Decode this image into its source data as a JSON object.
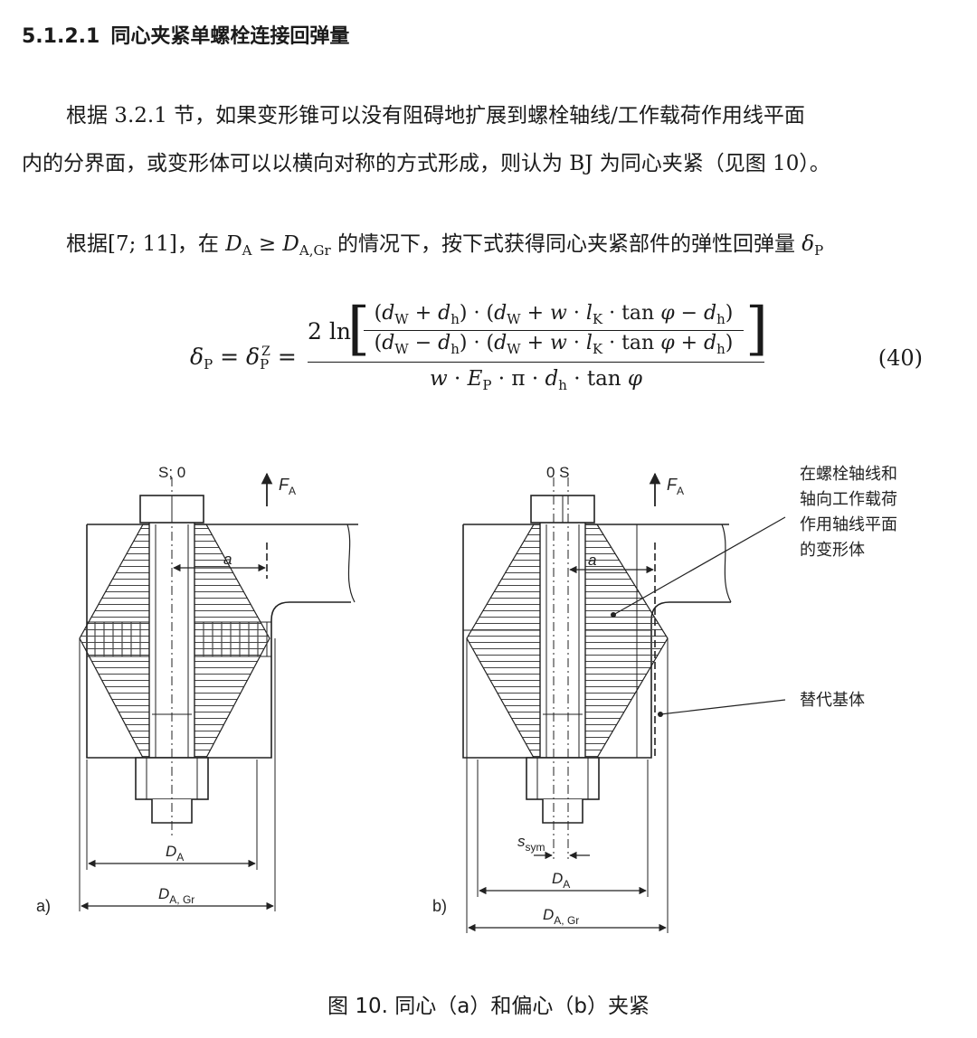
{
  "section": {
    "number": "5.1.2.1",
    "title": "同心夹紧单螺栓连接回弹量"
  },
  "paragraph1": {
    "line1": "根据 3.2.1 节，如果变形锥可以没有阻碍地扩展到螺栓轴线/工作载荷作用线平面",
    "line2": "内的分界面，或变形体可以以横向对称的方式形成，则认为 BJ 为同心夹紧（见图 10）。"
  },
  "paragraph2": {
    "prefix": "根据[7; 11]，在 ",
    "suffix": " 的情况下，按下式获得同心夹紧部件的弹性回弹量 "
  },
  "equation": {
    "number": "(40)"
  },
  "figure": {
    "label_a": "a)",
    "label_b": "b)",
    "top_label_a": "S; 0",
    "top_label_b": "0 S",
    "force_label": "F",
    "force_sub": "A",
    "dist_label": "a",
    "da_label": "D",
    "da_sub": "A",
    "dagr_label": "D",
    "dagr_sub": "A, Gr",
    "ssym_label": "s",
    "ssym_sub": "sym",
    "annotation_deform": [
      "在螺栓轴线和",
      "轴向工作载荷",
      "作用轴线平面",
      "的变形体"
    ],
    "annotation_substitute": "替代基体"
  },
  "caption": "图 10. 同心（a）和偏心（b）夹紧"
}
